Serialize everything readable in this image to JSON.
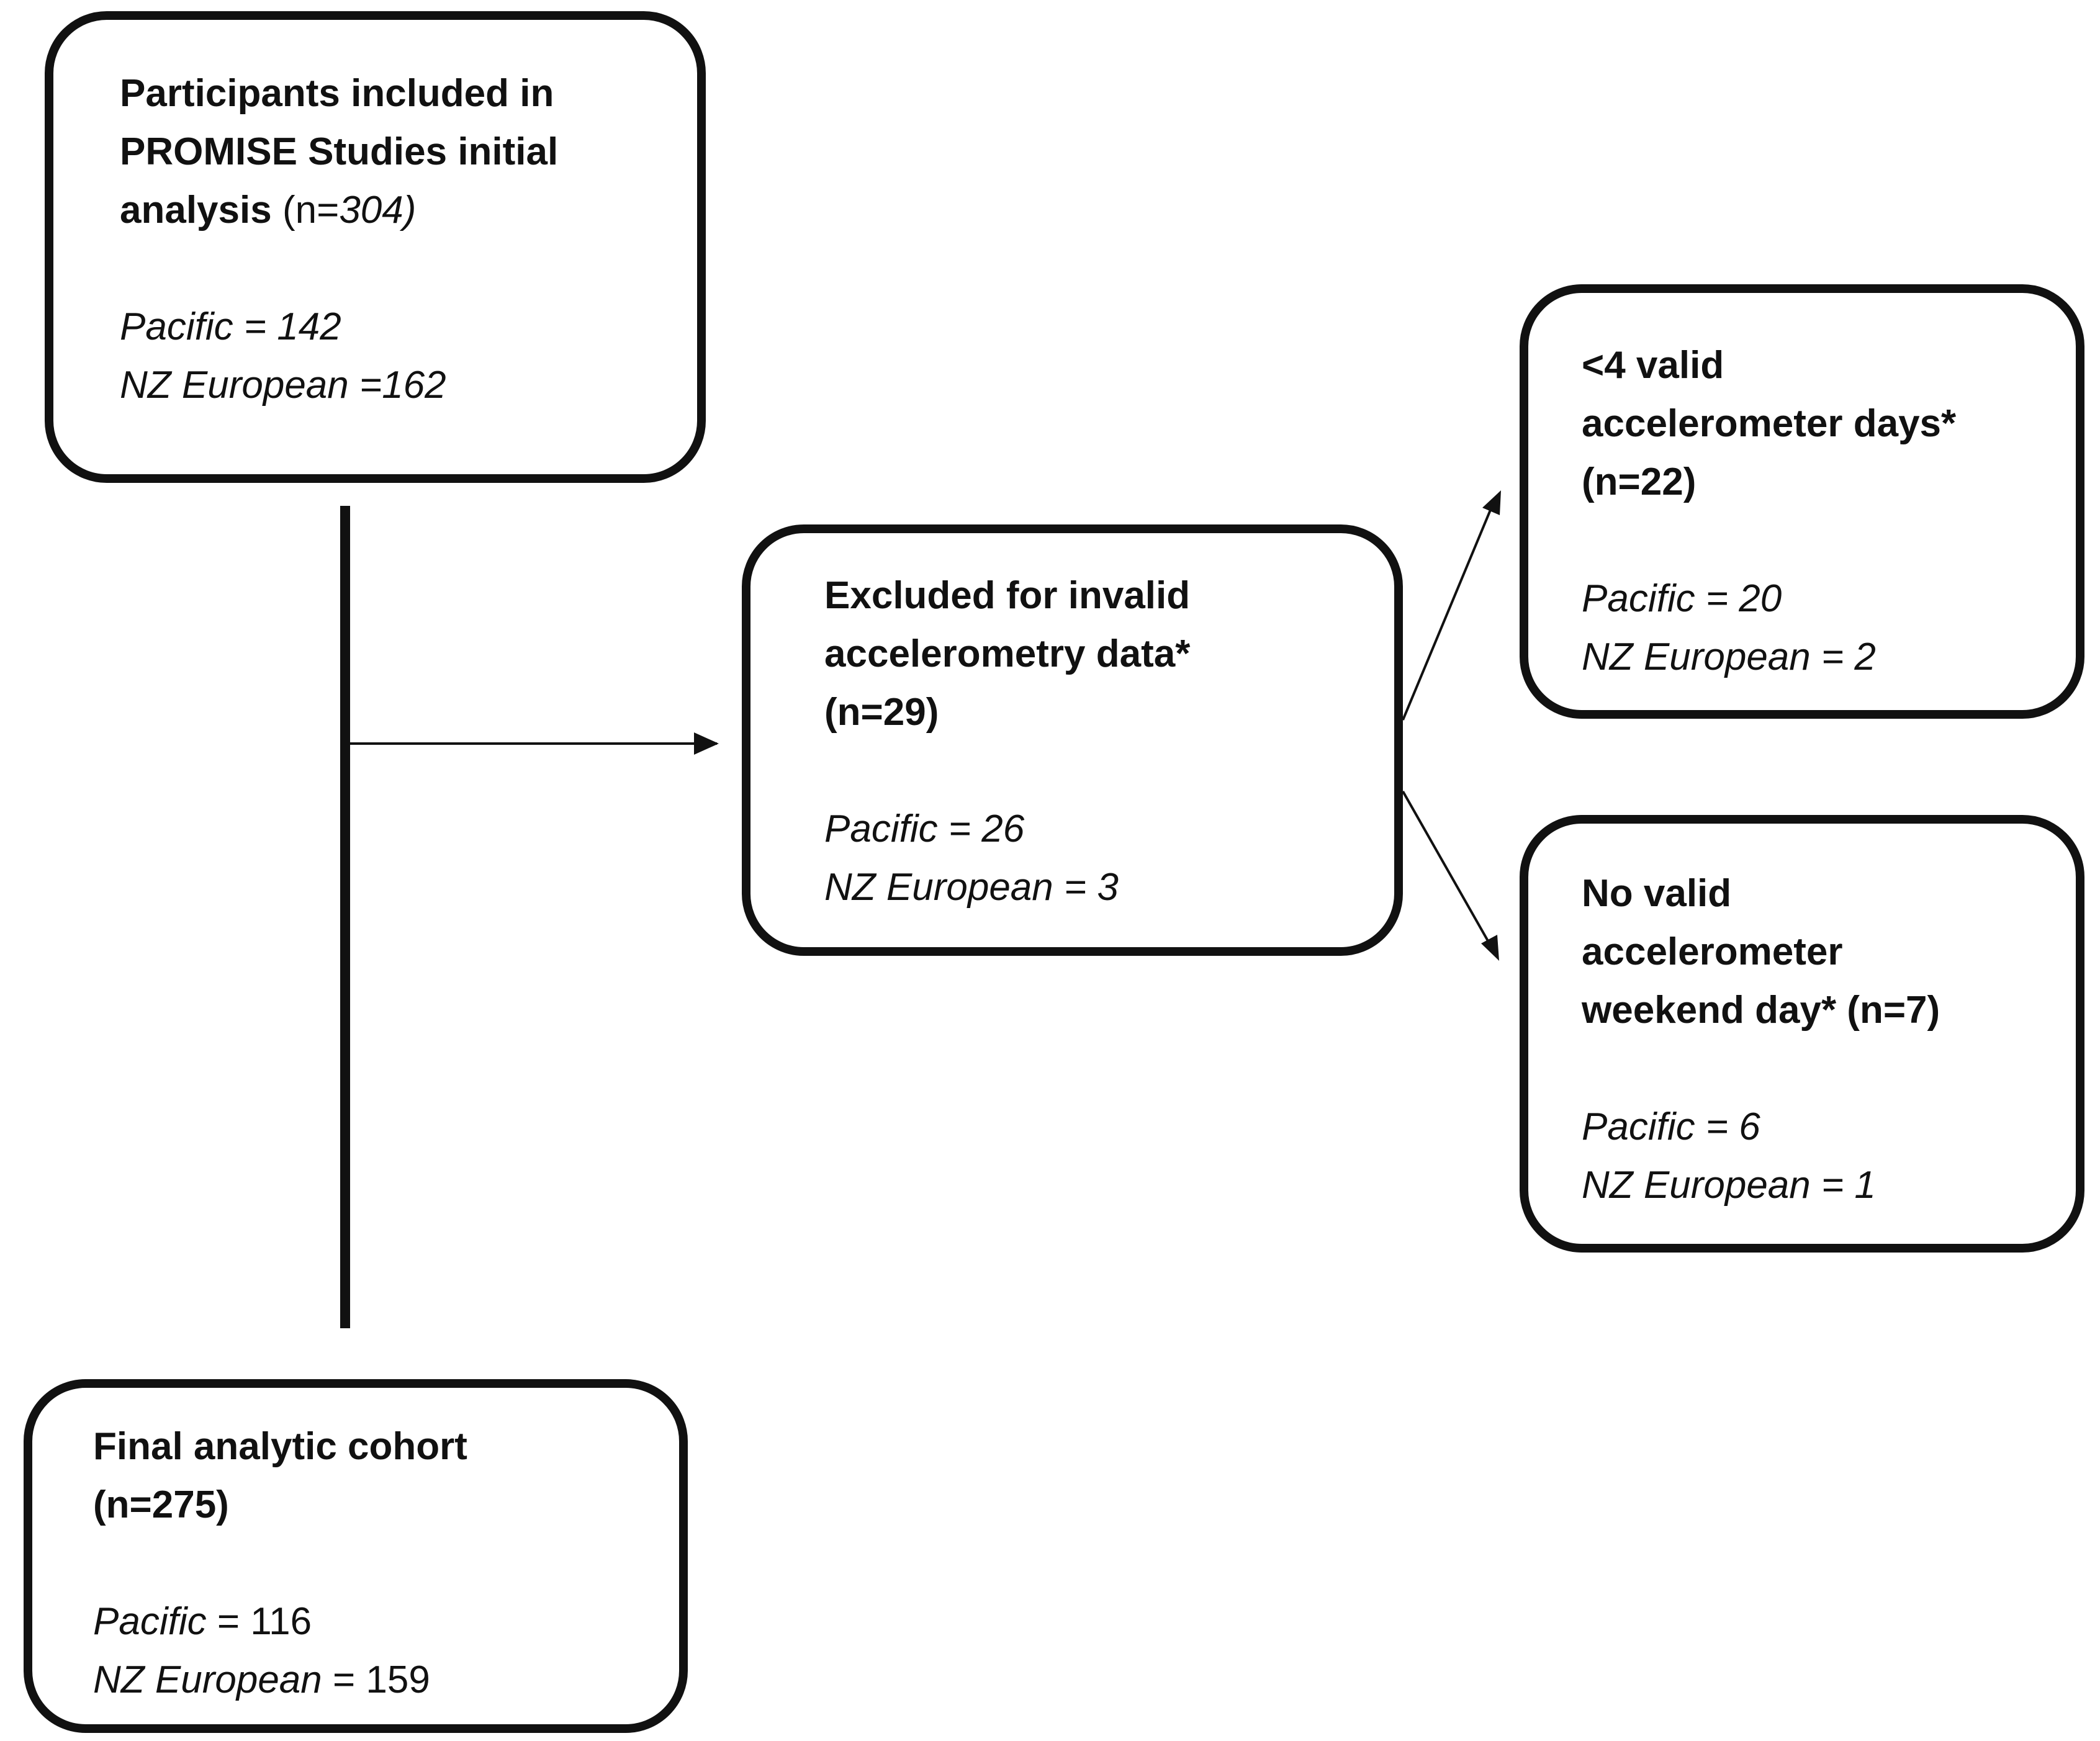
{
  "boxes": {
    "initial": {
      "line1": "Participants included in",
      "line2": "PROMISE Studies initial",
      "line3": "analysis",
      "n_open": "(n=",
      "n_value": "304)",
      "pacific": "Pacific = 142",
      "nz_european": "NZ European =162"
    },
    "excluded": {
      "line1": "Excluded for invalid",
      "line2": "accelerometry data*",
      "line3": "(n=29)",
      "pacific": "Pacific = 26",
      "nz_european": "NZ European = 3"
    },
    "fewer_days": {
      "line1": "<4 valid",
      "line2": "accelerometer days*",
      "line3": "(n=22)",
      "pacific": "Pacific = 20",
      "nz_european": "NZ European = 2"
    },
    "no_weekend": {
      "line1": "No valid",
      "line2": "accelerometer",
      "line3": "weekend day* (n=7)",
      "pacific": "Pacific = 6",
      "nz_european": "NZ European = 1"
    },
    "final": {
      "line1": "Final analytic cohort",
      "line2": "(n=275)",
      "pacific_label": "Pacific",
      "pacific_value": " = 116",
      "nz_label": "NZ European",
      "nz_value": " = 159"
    }
  },
  "colors": {
    "border": "#111111",
    "background": "#ffffff"
  }
}
